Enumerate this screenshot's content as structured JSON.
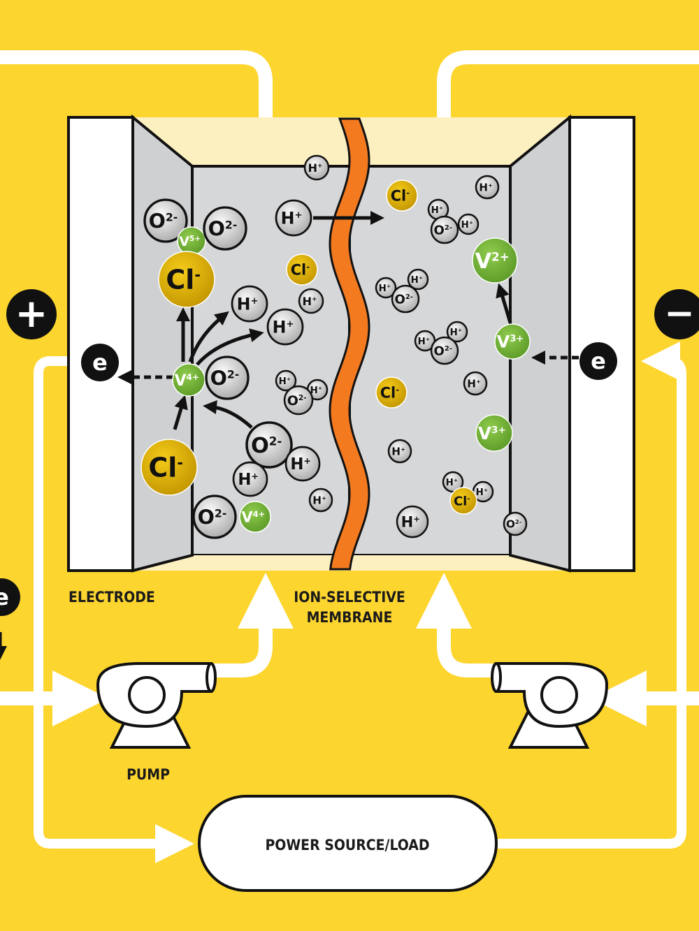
{
  "labels": {
    "electrode": "ELECTRODE",
    "membrane_line1": "ION-SELECTIVE",
    "membrane_line2": "MEMBRANE",
    "pump": "PUMP",
    "power": "POWER SOURCE/LOAD",
    "positive": "+",
    "negative": "−",
    "electron": "e"
  },
  "colors": {
    "background": "#fdd52f",
    "chamber": "#d6d7d9",
    "membrane": "#f47a20",
    "vanadium": "#7ab83a",
    "chloride": "#e0b100",
    "oxygen_hydrogen": "#c8c8c8"
  },
  "ions": [
    {
      "base": "O",
      "charge": "2-",
      "kind": "gray"
    },
    {
      "base": "V",
      "charge": "5+",
      "kind": "green"
    },
    {
      "base": "O",
      "charge": "2-",
      "kind": "gray"
    },
    {
      "base": "Cl",
      "charge": "-",
      "kind": "yellow"
    },
    {
      "base": "H",
      "charge": "+",
      "kind": "gray"
    },
    {
      "base": "H",
      "charge": "+",
      "kind": "gray"
    },
    {
      "base": "Cl",
      "charge": "-",
      "kind": "yellow"
    },
    {
      "base": "H",
      "charge": "+",
      "kind": "gray"
    },
    {
      "base": "H",
      "charge": "+",
      "kind": "gray"
    },
    {
      "base": "H",
      "charge": "+",
      "kind": "gray"
    },
    {
      "base": "V",
      "charge": "4+",
      "kind": "green"
    },
    {
      "base": "O",
      "charge": "2-",
      "kind": "gray"
    },
    {
      "base": "H",
      "charge": "+",
      "kind": "gray"
    },
    {
      "base": "H",
      "charge": "+",
      "kind": "gray"
    },
    {
      "base": "O",
      "charge": "2-",
      "kind": "gray"
    },
    {
      "base": "Cl",
      "charge": "-",
      "kind": "yellow"
    },
    {
      "base": "O",
      "charge": "2-",
      "kind": "gray"
    },
    {
      "base": "H",
      "charge": "+",
      "kind": "gray"
    },
    {
      "base": "H",
      "charge": "+",
      "kind": "gray"
    },
    {
      "base": "H",
      "charge": "+",
      "kind": "gray"
    },
    {
      "base": "O",
      "charge": "2-",
      "kind": "gray"
    },
    {
      "base": "V",
      "charge": "4+",
      "kind": "green"
    },
    {
      "base": "Cl",
      "charge": "-",
      "kind": "yellow"
    },
    {
      "base": "H",
      "charge": "+",
      "kind": "gray"
    },
    {
      "base": "H",
      "charge": "+",
      "kind": "gray"
    },
    {
      "base": "H",
      "charge": "+",
      "kind": "gray"
    },
    {
      "base": "O",
      "charge": "2-",
      "kind": "gray"
    },
    {
      "base": "V",
      "charge": "2+",
      "kind": "green"
    },
    {
      "base": "H",
      "charge": "+",
      "kind": "gray"
    },
    {
      "base": "H",
      "charge": "+",
      "kind": "gray"
    },
    {
      "base": "O",
      "charge": "2-",
      "kind": "gray"
    },
    {
      "base": "V",
      "charge": "3+",
      "kind": "green"
    },
    {
      "base": "H",
      "charge": "+",
      "kind": "gray"
    },
    {
      "base": "H",
      "charge": "+",
      "kind": "gray"
    },
    {
      "base": "O",
      "charge": "2-",
      "kind": "gray"
    },
    {
      "base": "Cl",
      "charge": "-",
      "kind": "yellow"
    },
    {
      "base": "H",
      "charge": "+",
      "kind": "gray"
    },
    {
      "base": "V",
      "charge": "3+",
      "kind": "green"
    },
    {
      "base": "H",
      "charge": "+",
      "kind": "gray"
    },
    {
      "base": "H",
      "charge": "+",
      "kind": "gray"
    },
    {
      "base": "H",
      "charge": "+",
      "kind": "gray"
    },
    {
      "base": "O",
      "charge": "2-",
      "kind": "gray"
    },
    {
      "base": "Cl",
      "charge": "-",
      "kind": "yellow"
    },
    {
      "base": "H",
      "charge": "+",
      "kind": "gray"
    }
  ]
}
